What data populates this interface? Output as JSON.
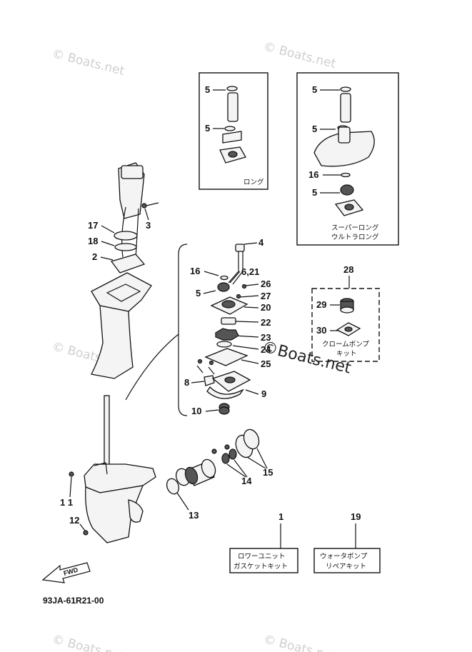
{
  "watermark": "© Boats.net",
  "watermark_big": "©Boats.net",
  "diagram_code": "93JA-61R21-00",
  "fwd_label": "FWD",
  "insets": {
    "long_label": "ロング",
    "superlong_label_1": "スーパーロング",
    "superlong_label_2": "ウルトラロング",
    "chrome_kit_label_1": "クロームポンプ",
    "chrome_kit_label_2": "キット"
  },
  "kits": {
    "gasket_kit_1": "ロワーユニット",
    "gasket_kit_2": "ガスケットキット",
    "repair_kit_1": "ウォータポンプ",
    "repair_kit_2": "リペアキット"
  },
  "callouts": {
    "n1": "1",
    "n2": "2",
    "n3": "3",
    "n4": "4",
    "n5": "5",
    "n6_21": "6,21",
    "n8": "8",
    "n9": "9",
    "n10": "10",
    "n11": "1 1",
    "n12": "12",
    "n13": "13",
    "n14": "14",
    "n15": "15",
    "n16": "16",
    "n17": "17",
    "n18": "18",
    "n19": "19",
    "n20": "20",
    "n22": "22",
    "n23": "23",
    "n24": "24",
    "n25": "25",
    "n26": "26",
    "n27": "27",
    "n28": "28",
    "n29": "29",
    "n30": "30"
  }
}
